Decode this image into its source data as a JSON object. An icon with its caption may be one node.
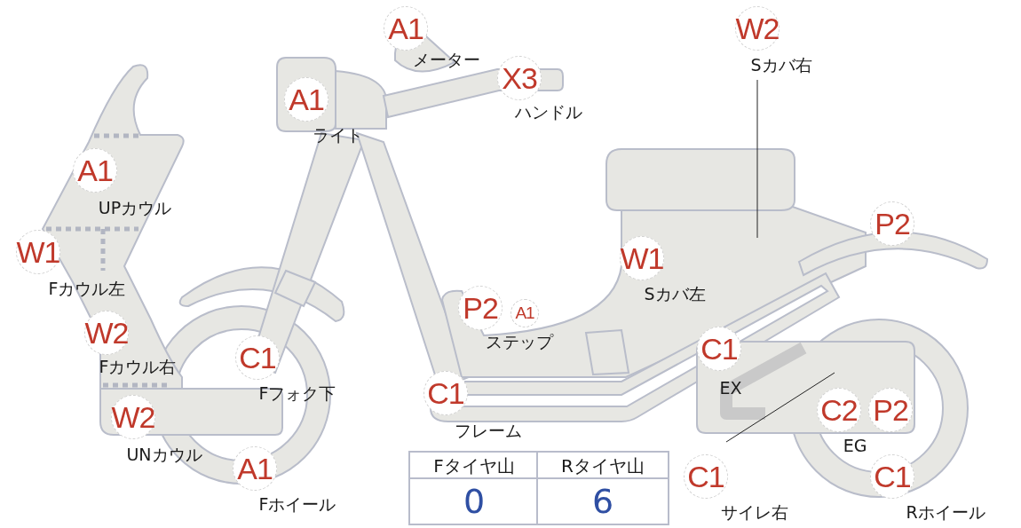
{
  "diagram": {
    "nodes": [
      {
        "text": [
          "A1"
        ],
        "beside": [
          "メーター"
        ]
      },
      {
        "text": [
          "W2"
        ],
        "beside": [
          "Sカバ右"
        ]
      },
      {
        "text": [
          "X3"
        ],
        "beside": [
          "ハンドル"
        ]
      },
      {
        "text": [
          "A1"
        ],
        "beside": [
          "ライト"
        ]
      },
      {
        "text": [
          "A1"
        ],
        "beside": [
          "UPカウル"
        ]
      },
      {
        "text": [
          "P2"
        ]
      },
      {
        "text": [
          "W1"
        ],
        "beside": [
          "Fカウル左"
        ]
      },
      {
        "text": [
          "W1"
        ],
        "beside": [
          "Sカバ左"
        ]
      },
      {
        "text": [
          "P2"
        ],
        "beside": [
          "ステップ"
        ]
      },
      {
        "text": [
          "A1"
        ]
      },
      {
        "text": [
          "W2"
        ],
        "beside": [
          "Fカウル右"
        ]
      },
      {
        "text": [
          "C1"
        ],
        "beside": [
          "EX"
        ]
      },
      {
        "text": [
          "C1"
        ],
        "beside": [
          "Fフォク下"
        ]
      },
      {
        "text": [
          "C1"
        ],
        "beside": [
          "フレーム"
        ]
      },
      {
        "text": [
          "C2"
        ],
        "beside": [
          "EG"
        ]
      },
      {
        "text": [
          "P2"
        ]
      },
      {
        "text": [
          "W2"
        ],
        "beside": [
          "UNカウル"
        ]
      },
      {
        "text": [
          "C1"
        ],
        "beside": [
          "Rホイール"
        ]
      },
      {
        "text": [
          "A1"
        ],
        "beside": [
          "Fホイール"
        ]
      },
      {
        "text": [
          "C1"
        ],
        "beside": [
          "サイレ右"
        ]
      }
    ],
    "edges": [
      {
        "from": 1,
        "to": null,
        "arrow": "none"
      },
      {
        "from": 19,
        "to": null,
        "arrow": "none"
      }
    ],
    "labels": [
      "Fタイヤ山",
      "Rタイヤ山",
      "0",
      "6"
    ]
  }
}
